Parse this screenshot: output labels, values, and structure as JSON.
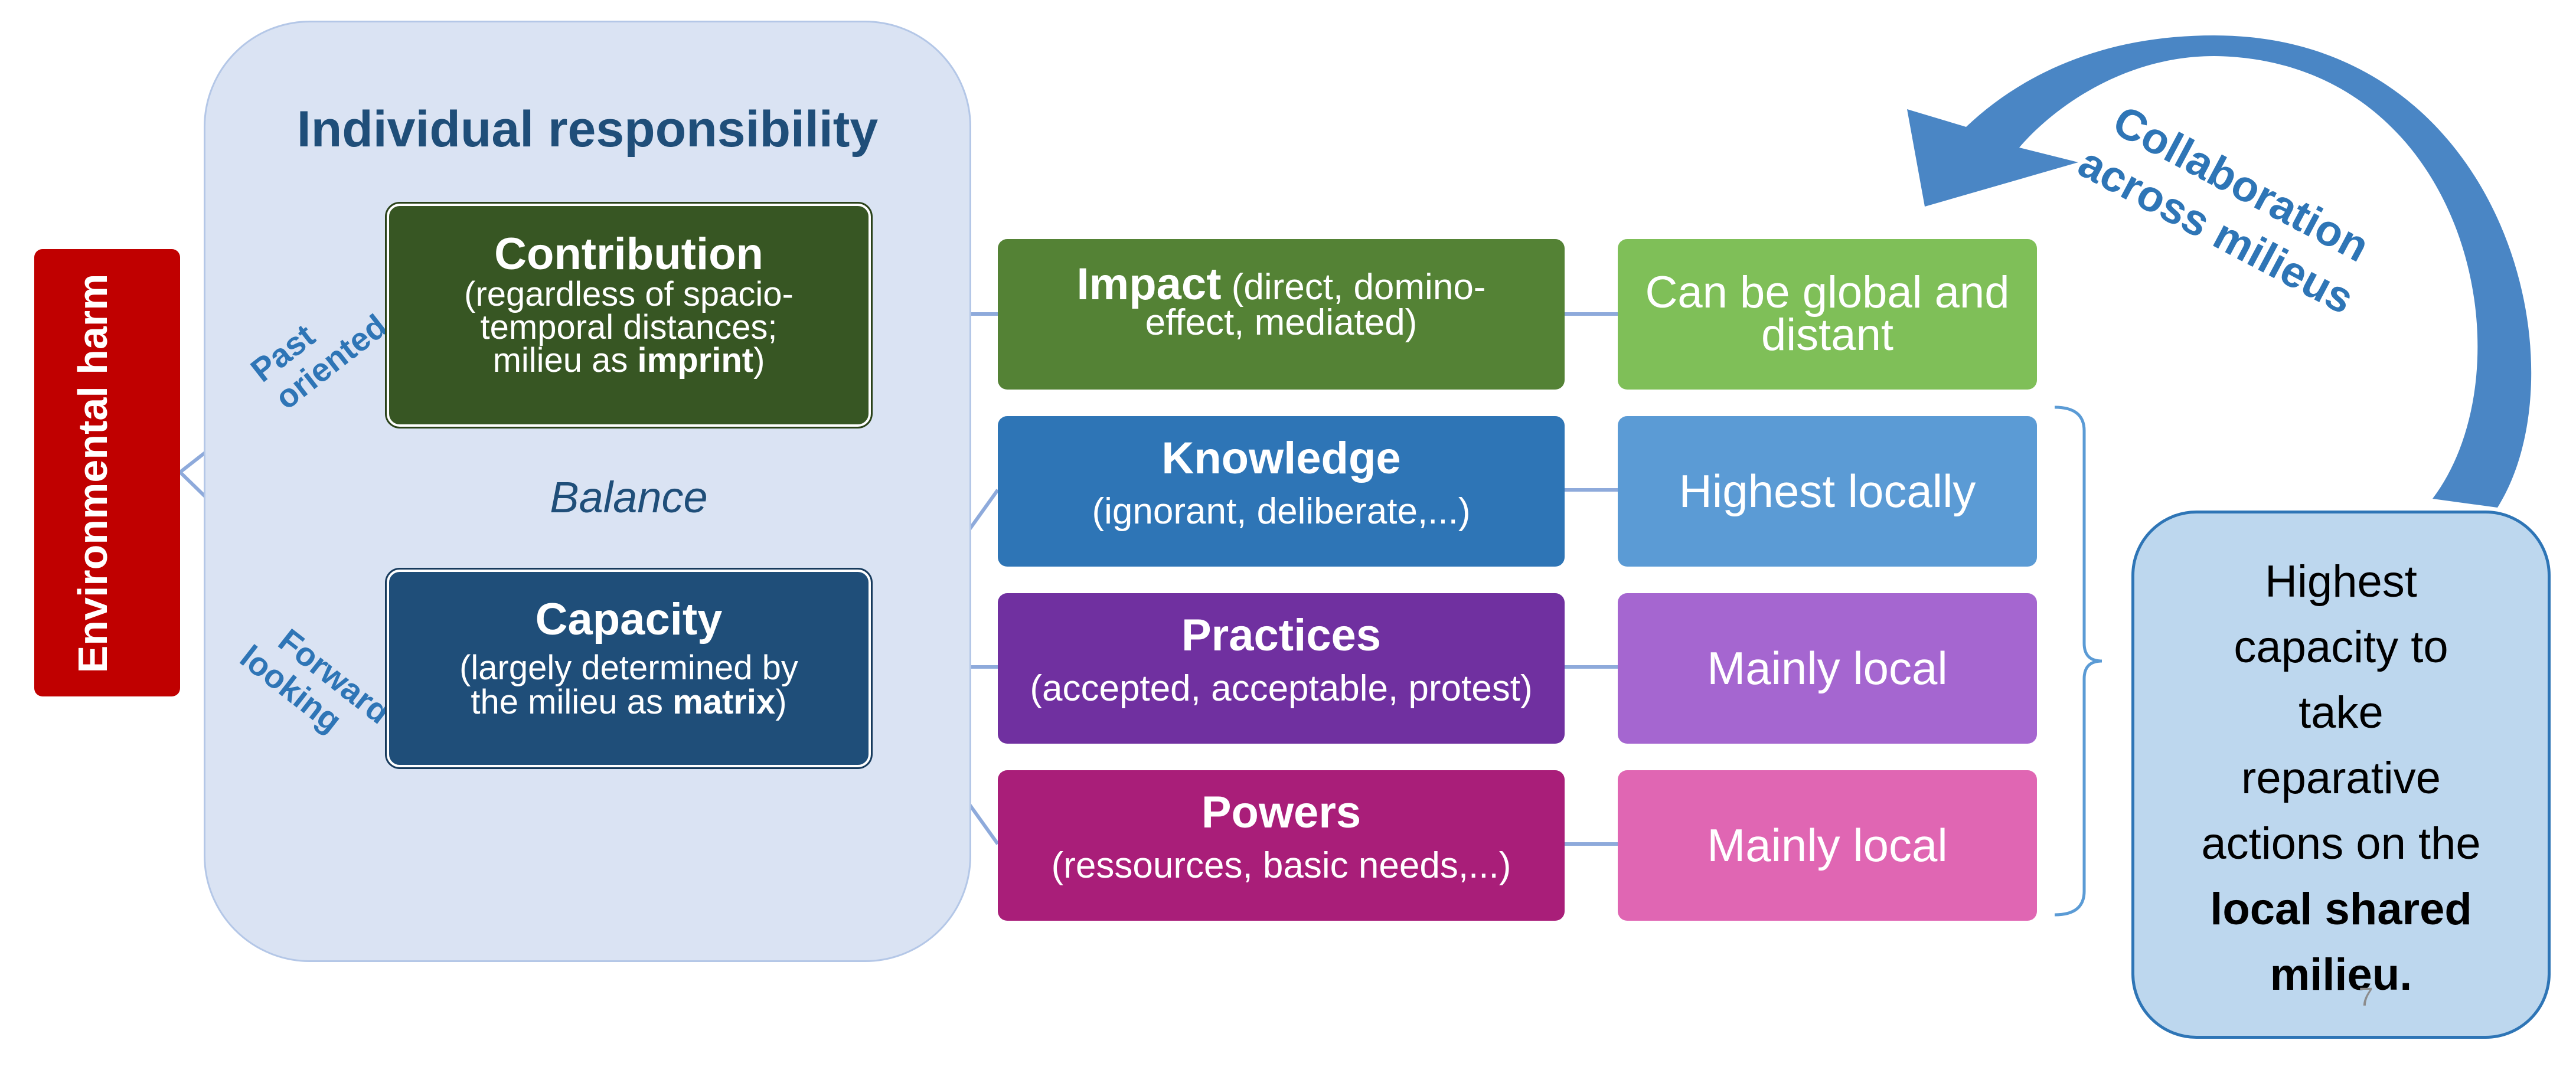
{
  "colors": {
    "panel_bg": "#dae3f3",
    "harm": "#c00000",
    "contribution": "#375623",
    "capacity": "#1f4e79",
    "impact": "#548235",
    "impact_right": "#7fbf58",
    "knowledge": "#2e75b6",
    "knowledge_right": "#5b9bd5",
    "practices": "#7030a0",
    "practices_right": "#a566d0",
    "powers": "#a91e79",
    "powers_right": "#e066b3",
    "collab_text": "#2e75b6",
    "arrow": "#4a86c5",
    "highest_box": "#bdd7ee",
    "highest_border": "#2e75b6"
  },
  "left": {
    "harm_label": "Environmental harm"
  },
  "panel": {
    "title": "Individual responsibility",
    "past_label_line1": "Past",
    "past_label_line2": "oriented",
    "forward_label_line1": "Forward",
    "forward_label_line2": "looking",
    "balance_label": "Balance",
    "contribution": {
      "title": "Contribution",
      "line1": "(regardless of spacio-",
      "line2": "temporal distances;",
      "line3_pre": "milieu as ",
      "line3_bold": "imprint",
      "line3_post": ")"
    },
    "capacity": {
      "title": "Capacity",
      "line1": "(largely determined by",
      "line2_pre": "the milieu as ",
      "line2_bold": "matrix",
      "line2_post": ")"
    }
  },
  "middle": {
    "impact": {
      "title": "Impact",
      "line1": " (direct, domino-",
      "line2": "effect, mediated)"
    },
    "knowledge": {
      "title": "Knowledge",
      "sub": "(ignorant, deliberate,...)"
    },
    "practices": {
      "title": "Practices",
      "sub": "(accepted, acceptable, protest)"
    },
    "powers": {
      "title": "Powers",
      "sub": "(ressources, basic needs,...)"
    }
  },
  "right": {
    "impact": "Can be global and distant",
    "knowledge": "Highest locally",
    "practices": "Mainly local",
    "powers": "Mainly local"
  },
  "collaboration": {
    "line1": "Collaboration",
    "line2": "across milieus"
  },
  "highest_box": {
    "line1": "Highest",
    "line2": "capacity to",
    "line3": "take",
    "line4": "reparative",
    "line5": "actions on the",
    "bold1": "local shared",
    "bold2": "milieu."
  },
  "page_number": "7"
}
